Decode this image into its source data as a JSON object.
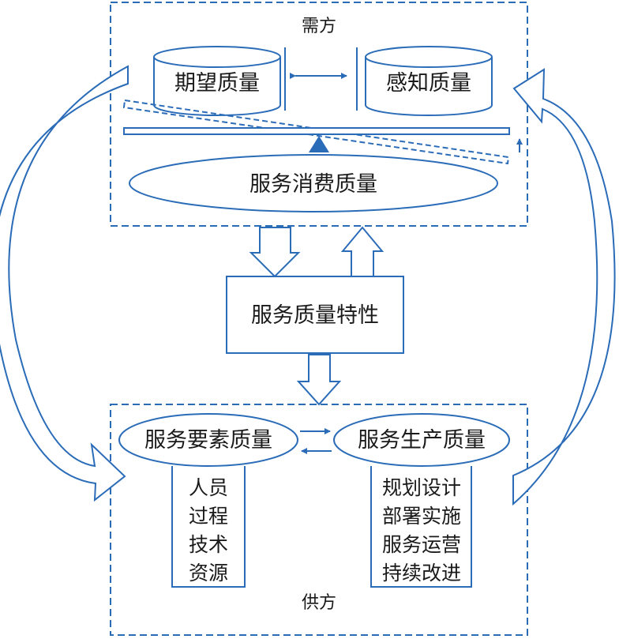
{
  "colors": {
    "line": "#2b6cb8",
    "text": "#1a1a1a",
    "background": "#ffffff"
  },
  "demand": {
    "title": "需方",
    "expected_quality": "期望质量",
    "perceived_quality": "感知质量",
    "consumption_quality": "服务消费质量"
  },
  "center": {
    "characteristics": "服务质量特性"
  },
  "supply": {
    "title": "供方",
    "element_quality": "服务要素质量",
    "production_quality": "服务生产质量",
    "elements": [
      "人员",
      "过程",
      "技术",
      "资源"
    ],
    "stages": [
      "规划设计",
      "部署实施",
      "服务运营",
      "持续改进"
    ]
  }
}
